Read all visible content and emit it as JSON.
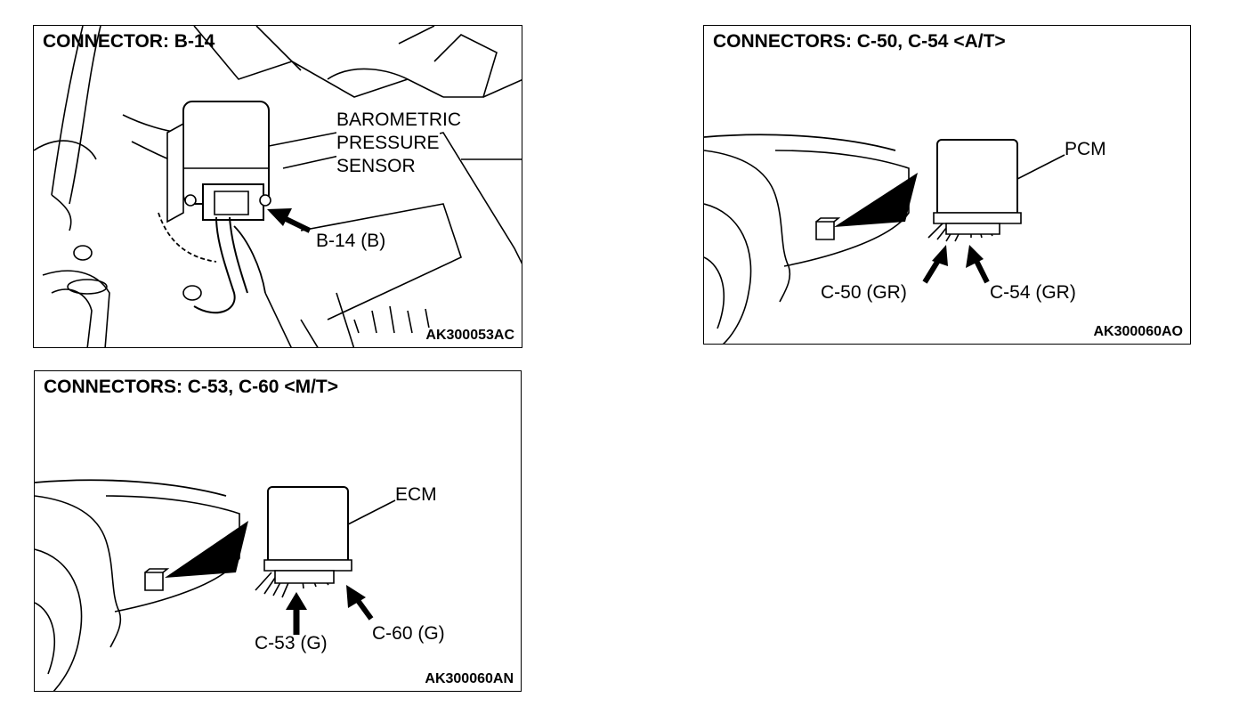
{
  "panels": {
    "b14": {
      "title": "CONNECTOR: B-14",
      "sensor_label_line1": "BAROMETRIC",
      "sensor_label_line2": "PRESSURE",
      "sensor_label_line3": "SENSOR",
      "connector_label": "B-14 (B)",
      "code": "AK300053AC"
    },
    "at": {
      "title": "CONNECTORS: C-50, C-54 <A/T>",
      "module_label": "PCM",
      "connector1_label": "C-50 (GR)",
      "connector2_label": "C-54 (GR)",
      "code": "AK300060AO"
    },
    "mt": {
      "title": "CONNECTORS: C-53, C-60 <M/T>",
      "module_label": "ECM",
      "connector1_label": "C-53 (G)",
      "connector2_label": "C-60 (G)",
      "code": "AK300060AN"
    }
  }
}
